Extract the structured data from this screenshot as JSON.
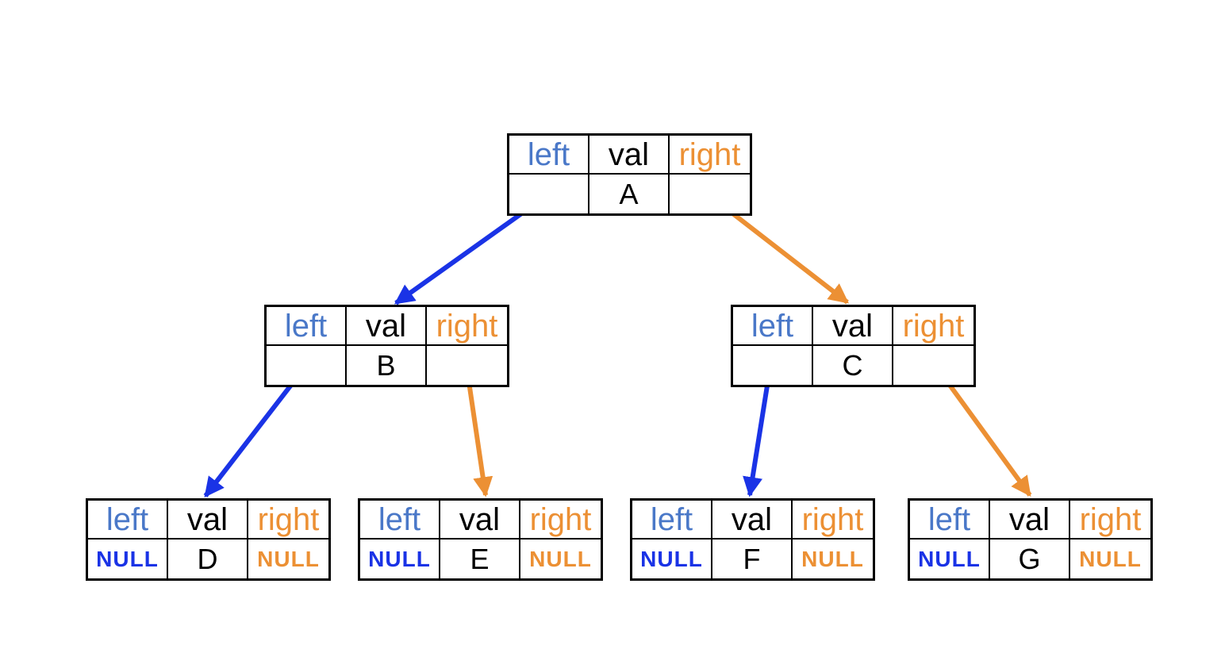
{
  "headers": {
    "left": "left",
    "val": "val",
    "right": "right"
  },
  "colors": {
    "left_header": "#4a78c8",
    "right_header": "#ec9034",
    "left_arrow": "#1a33e6",
    "right_arrow": "#ec9034",
    "border": "#000000"
  },
  "nodes": [
    {
      "id": "A",
      "val": "A",
      "left": "",
      "right": ""
    },
    {
      "id": "B",
      "val": "B",
      "left": "",
      "right": ""
    },
    {
      "id": "C",
      "val": "C",
      "left": "",
      "right": ""
    },
    {
      "id": "D",
      "val": "D",
      "left": "NULL",
      "right": "NULL"
    },
    {
      "id": "E",
      "val": "E",
      "left": "NULL",
      "right": "NULL"
    },
    {
      "id": "F",
      "val": "F",
      "left": "NULL",
      "right": "NULL"
    },
    {
      "id": "G",
      "val": "G",
      "left": "NULL",
      "right": "NULL"
    }
  ],
  "edges": [
    {
      "from": "A",
      "to": "B",
      "side": "left"
    },
    {
      "from": "A",
      "to": "C",
      "side": "right"
    },
    {
      "from": "B",
      "to": "D",
      "side": "left"
    },
    {
      "from": "B",
      "to": "E",
      "side": "right"
    },
    {
      "from": "C",
      "to": "F",
      "side": "left"
    },
    {
      "from": "C",
      "to": "G",
      "side": "right"
    }
  ]
}
